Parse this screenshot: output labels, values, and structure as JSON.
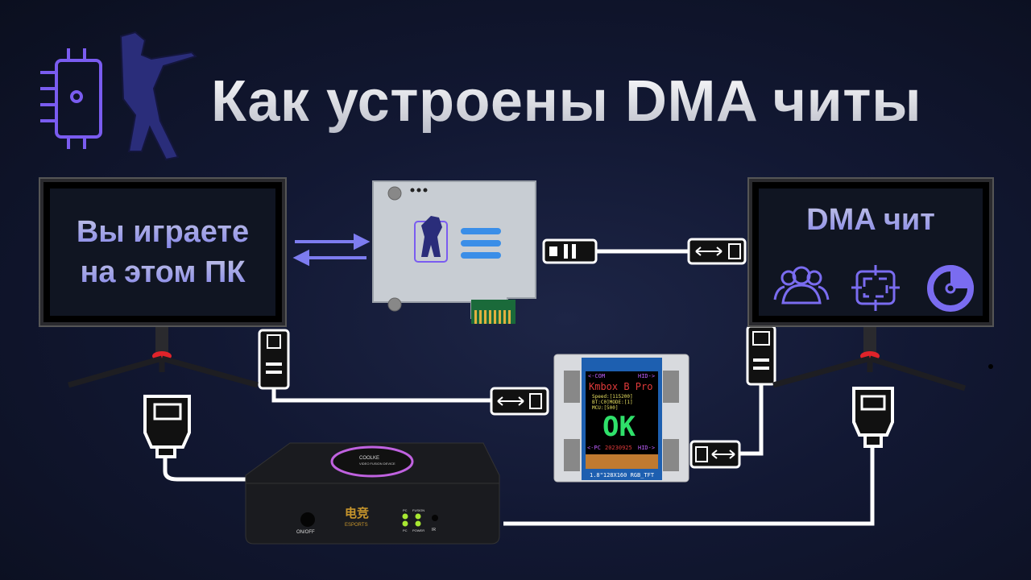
{
  "title": "Как устроены DMA читы",
  "left_monitor": {
    "line1": "Вы играете",
    "line2": "на этом ПК"
  },
  "right_monitor": {
    "title": "DMA чит",
    "icons": [
      "users-icon",
      "crosshair-icon",
      "radar-icon"
    ]
  },
  "kmbox": {
    "com": "<-COM",
    "hid_top": "HID->",
    "name": "Kmbox B Pro",
    "speed": "Speed:[115200]",
    "bt": "BT:C0]MODE:[1]",
    "mcu": "MCU:[500]",
    "status": "OK",
    "pc": "<-PC",
    "date": "20230925",
    "hid_bottom": "HID->",
    "label": "1.8\"128X160 RGB_TFT"
  },
  "fuser_box": {
    "brand": "COOLKE",
    "brand_sub": "VIDEO FUSION DEVICE",
    "switch": "ON/OFF",
    "logo_cn": "电竞",
    "logo_en": "ESPORTS",
    "led_labels": [
      "PC",
      "FUSION",
      "PC",
      "POWER"
    ],
    "ir": "IR"
  },
  "colors": {
    "accent": "#7a6cf0",
    "cable": "#ffffff",
    "stand_ring": "#e0232a",
    "ok": "#2fe06a",
    "kmbox_title": "#e03a3a"
  }
}
